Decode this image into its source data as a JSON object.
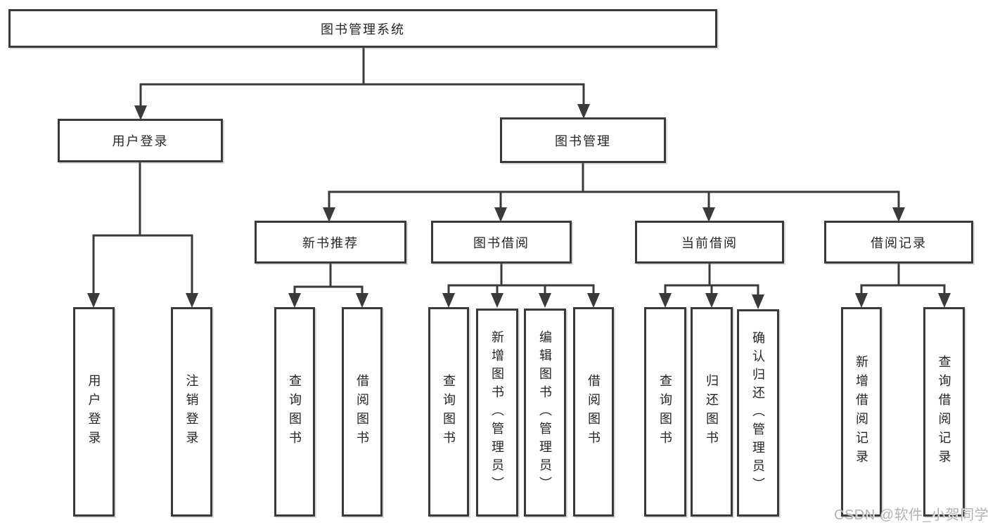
{
  "diagram": {
    "root": {
      "label": "图书管理系统",
      "children": [
        {
          "label": "用户登录",
          "children": [
            {
              "label": "用户登录"
            },
            {
              "label": "注销登录"
            }
          ]
        },
        {
          "label": "图书管理",
          "children": [
            {
              "label": "新书推荐",
              "children": [
                {
                  "label": "查询图书"
                },
                {
                  "label": "借阅图书"
                }
              ]
            },
            {
              "label": "图书借阅",
              "children": [
                {
                  "label": "查询图书"
                },
                {
                  "label": "新增图书（管理员）"
                },
                {
                  "label": "编辑图书（管理员）"
                },
                {
                  "label": "借阅图书"
                }
              ]
            },
            {
              "label": "当前借阅",
              "children": [
                {
                  "label": "查询图书"
                },
                {
                  "label": "归还图书"
                },
                {
                  "label": "确认归还（管理员）"
                }
              ]
            },
            {
              "label": "借阅记录",
              "children": [
                {
                  "label": "新增借阅记录"
                },
                {
                  "label": "查询借阅记录"
                }
              ]
            }
          ]
        }
      ]
    },
    "colors": {
      "line": "#3a3a3a",
      "text": "#262626",
      "background": "#ffffff",
      "watermark": "#b3b3b3"
    }
  },
  "watermark": {
    "text": "CSDN @软件_小贺同学"
  }
}
